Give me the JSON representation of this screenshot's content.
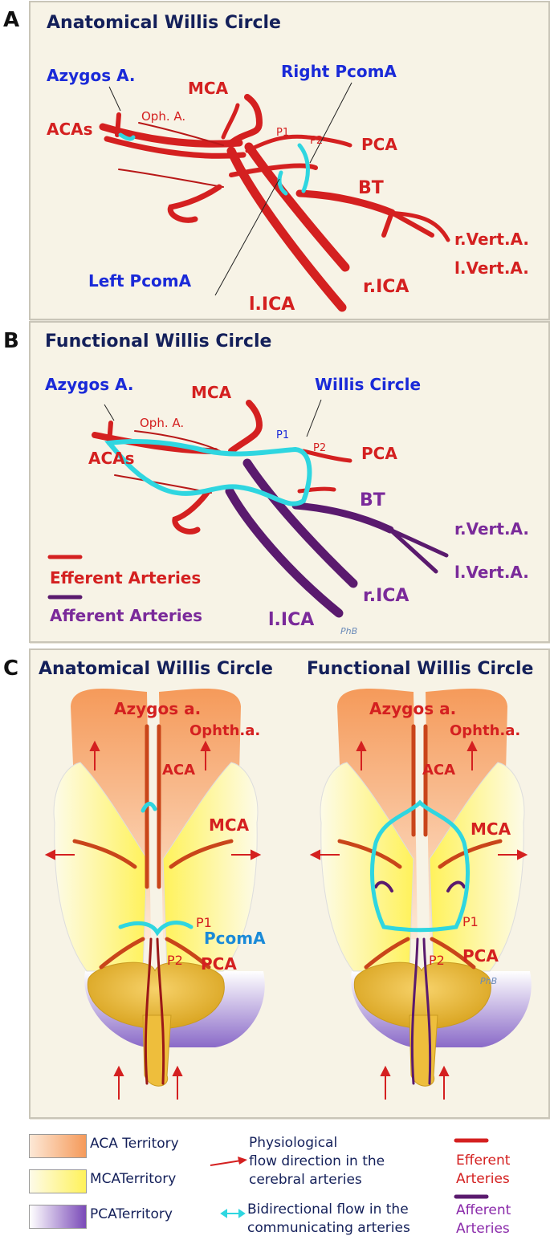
{
  "panel_a": {
    "letter": "A",
    "title": "Anatomical Willis Circle",
    "labels": {
      "azygos": "Azygos A.",
      "mca": "MCA",
      "right_pcoma": "Right PcomA",
      "oph": "Oph. A.",
      "acas": "ACAs",
      "p1": "P1",
      "p2": "P2",
      "pca": "PCA",
      "bt": "BT",
      "r_vert": "r.Vert.A.",
      "l_vert": "l.Vert.A.",
      "left_pcoma": "Left PcomA",
      "r_ica": "r.ICA",
      "l_ica": "l.ICA"
    }
  },
  "panel_b": {
    "letter": "B",
    "title": "Functional Willis Circle",
    "labels": {
      "azygos": "Azygos A.",
      "mca": "MCA",
      "willis": "Willis Circle",
      "oph": "Oph. A.",
      "acas": "ACAs",
      "p1": "P1",
      "p2": "P2",
      "pca": "PCA",
      "bt": "BT",
      "r_vert": "r.Vert.A.",
      "l_vert": "l.Vert.A.",
      "r_ica": "r.ICA",
      "l_ica": "l.ICA",
      "efferent": "Efferent Arteries",
      "afferent": "Afferent Arteries",
      "signature": "PhB"
    }
  },
  "panel_c": {
    "letter": "C",
    "left_title": "Anatomical Willis Circle",
    "right_title": "Functional Willis Circle",
    "labels": {
      "azygos": "Azygos a.",
      "ophth": "Ophth.a.",
      "aca": "ACA",
      "mca": "MCA",
      "p1": "P1",
      "p2": "P2",
      "pca": "PCA",
      "pcoma": "PcomA",
      "signature": "PhB"
    }
  },
  "legend": {
    "aca_territory": "ACA Territory",
    "mca_territory": "MCATerritory",
    "pca_territory": "PCATerritory",
    "physiological_line1": "Physiological",
    "physiological_line2": "flow direction in the",
    "physiological_line3": "cerebral  arteries",
    "bidirectional_line1": "Bidirectional flow in the",
    "bidirectional_line2": "communicating arteries",
    "efferent_line1": "Efferent",
    "efferent_line2": "Arteries",
    "afferent_line1": "Afferent",
    "afferent_line2": "Arteries"
  },
  "colors": {
    "efferent": "#d42020",
    "afferent": "#5a1a6e",
    "communicating": "#2fd6e0",
    "title_navy": "#14205a",
    "label_blue": "#1a2ad8",
    "label_purple": "#7a2a9a"
  }
}
